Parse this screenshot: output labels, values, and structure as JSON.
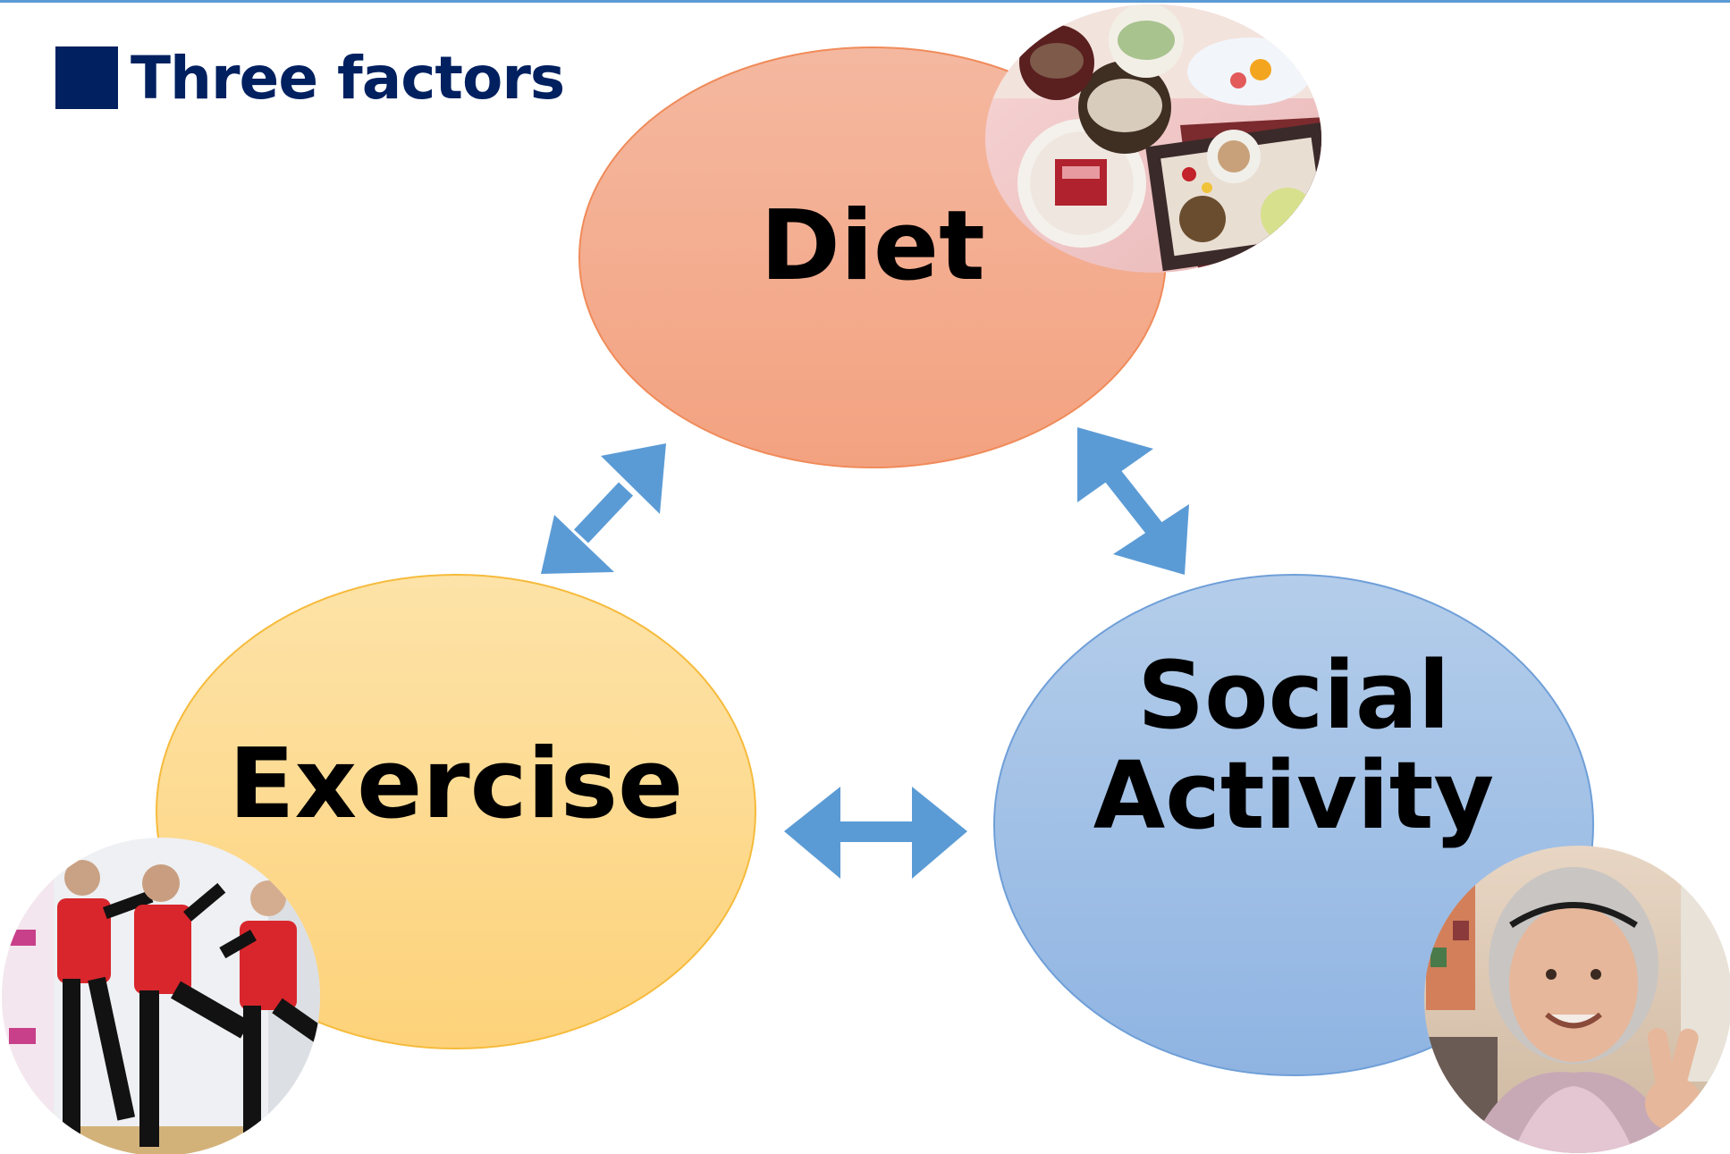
{
  "heading": {
    "title": "Three factors"
  },
  "nodes": {
    "diet": {
      "label": "Diet",
      "fill_top": "#f4b8a0",
      "fill_bottom": "#f3a280",
      "stroke": "#f08b5a"
    },
    "exercise": {
      "label": "Exercise",
      "fill_top": "#fde3a8",
      "fill_bottom": "#fdd27a",
      "stroke": "#f6bb3c"
    },
    "social": {
      "label_line1": "Social",
      "label_line2": "Activity",
      "fill_top": "#b4cdea",
      "fill_bottom": "#8fb4e2",
      "stroke": "#6f9fd8"
    }
  },
  "connectors": {
    "color": "#5b9bd5"
  },
  "photos": {
    "diet": "food-photo",
    "exercise": "exercise-photo",
    "social": "elderly-woman-photo"
  },
  "colors": {
    "accent": "#002060",
    "rule": "#5b9bd5"
  }
}
